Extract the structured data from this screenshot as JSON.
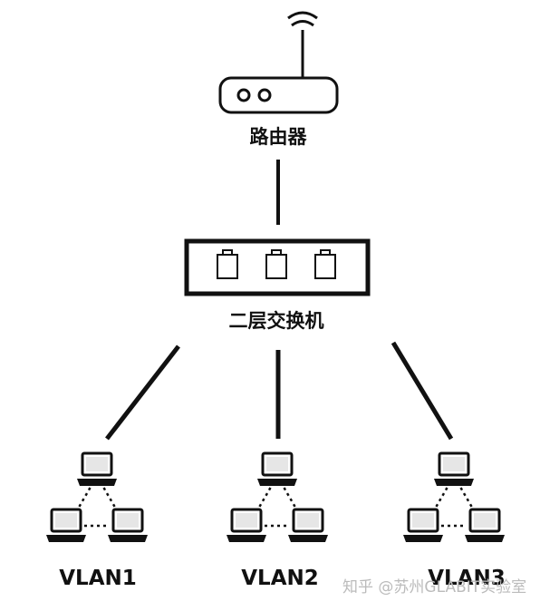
{
  "router": {
    "label": "路由器",
    "icon": "router-icon"
  },
  "switch": {
    "label": "二层交换机",
    "icon": "switch-icon",
    "ports": 3
  },
  "vlans": [
    {
      "label": "VLAN1",
      "icon": "computer-group-icon"
    },
    {
      "label": "VLAN2",
      "icon": "computer-group-icon"
    },
    {
      "label": "VLAN3",
      "icon": "computer-group-icon"
    }
  ],
  "watermark": "知乎 @苏州GLABIT实验室",
  "colors": {
    "stroke": "#111111",
    "background": "#ffffff",
    "watermark": "#bbbbbb"
  }
}
